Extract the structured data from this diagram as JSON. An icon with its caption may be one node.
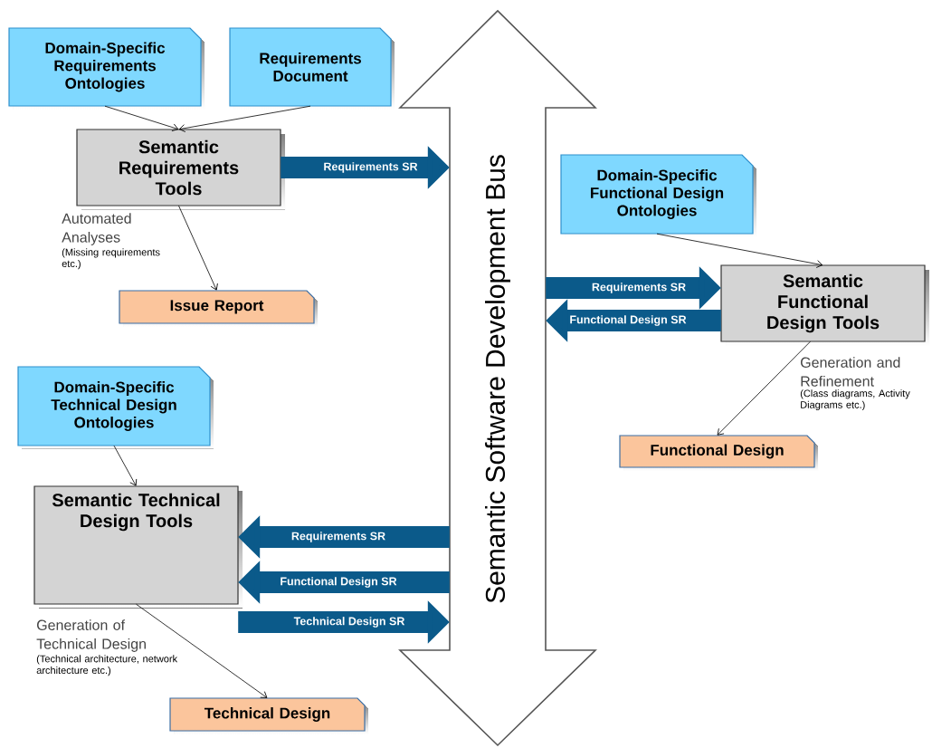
{
  "diagram": {
    "nodes": [
      {
        "text": [
          "Domain-Specific Requirements Ontologies"
        ]
      },
      {
        "text": [
          "Requirements Document"
        ]
      },
      {
        "text": [
          "Semantic Requirements Tools"
        ],
        "beside": [
          "Automated Analyses",
          "(Missing requirements etc.)"
        ]
      },
      {
        "text": [
          "Issue Report"
        ]
      },
      {
        "text": [
          "Semantic Software Development Bus"
        ]
      },
      {
        "text": [
          "Domain-Specific Functional Design Ontologies"
        ]
      },
      {
        "text": [
          "Semantic Functional Design Tools"
        ],
        "beside": [
          "Generation and Refinement",
          "(Class diagrams, Activity Diagrams etc.)"
        ]
      },
      {
        "text": [
          "Functional Design"
        ]
      },
      {
        "text": [
          "Domain-Specific Technical Design Ontologies"
        ]
      },
      {
        "text": [
          "Semantic Technical Design Tools"
        ],
        "beside": [
          "Generation of Technical Design",
          "(Technical architecture, network architecture etc.)"
        ]
      },
      {
        "text": [
          "Technical Design"
        ]
      }
    ],
    "edges": [
      {
        "from": 0,
        "to": 2,
        "arrow": "to"
      },
      {
        "from": 1,
        "to": 2,
        "arrow": "to"
      },
      {
        "from": 2,
        "to": 4,
        "arrow": "to",
        "label": "Requirements SR",
        "style": "thick",
        "color": "#0b5a8a"
      },
      {
        "from": 2,
        "to": 3,
        "arrow": "to"
      },
      {
        "from": 5,
        "to": 6,
        "arrow": "to"
      },
      {
        "from": 4,
        "to": 6,
        "arrow": "to",
        "label": "Requirements SR",
        "style": "thick",
        "color": "#0b5a8a"
      },
      {
        "from": 6,
        "to": 4,
        "arrow": "to",
        "label": "Functional Design SR",
        "style": "thick",
        "color": "#0b5a8a"
      },
      {
        "from": 6,
        "to": 7,
        "arrow": "to"
      },
      {
        "from": 8,
        "to": 9,
        "arrow": "to"
      },
      {
        "from": 4,
        "to": 9,
        "arrow": "to",
        "label": "Requirements SR",
        "style": "thick",
        "color": "#0b5a8a"
      },
      {
        "from": 4,
        "to": 9,
        "arrow": "to",
        "label": "Functional Design SR",
        "style": "thick",
        "color": "#0b5a8a"
      },
      {
        "from": 9,
        "to": 4,
        "arrow": "to",
        "label": "Technical Design SR",
        "style": "thick",
        "color": "#0b5a8a"
      },
      {
        "from": 9,
        "to": 10,
        "arrow": "to"
      }
    ]
  }
}
